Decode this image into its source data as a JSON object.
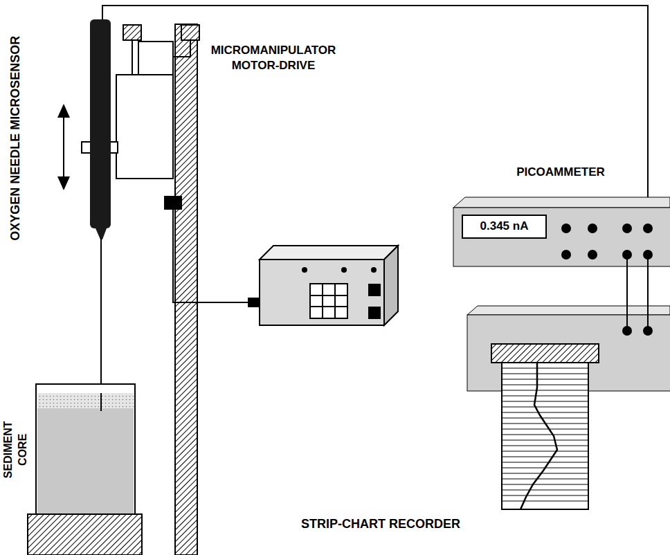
{
  "diagram": {
    "nodes": [
      {
        "text": [
          "PICOAMMETER"
        ]
      },
      {
        "text": [
          "0.345 nA"
        ],
        "in": 0
      }
    ],
    "labels": [
      "OXYGEN NEEDLE MICROSENSOR",
      "MICROMANIPULATOR MOTOR-DRIVE",
      "SEDIMENT CORE",
      "STRIP-CHART RECORDER"
    ]
  }
}
